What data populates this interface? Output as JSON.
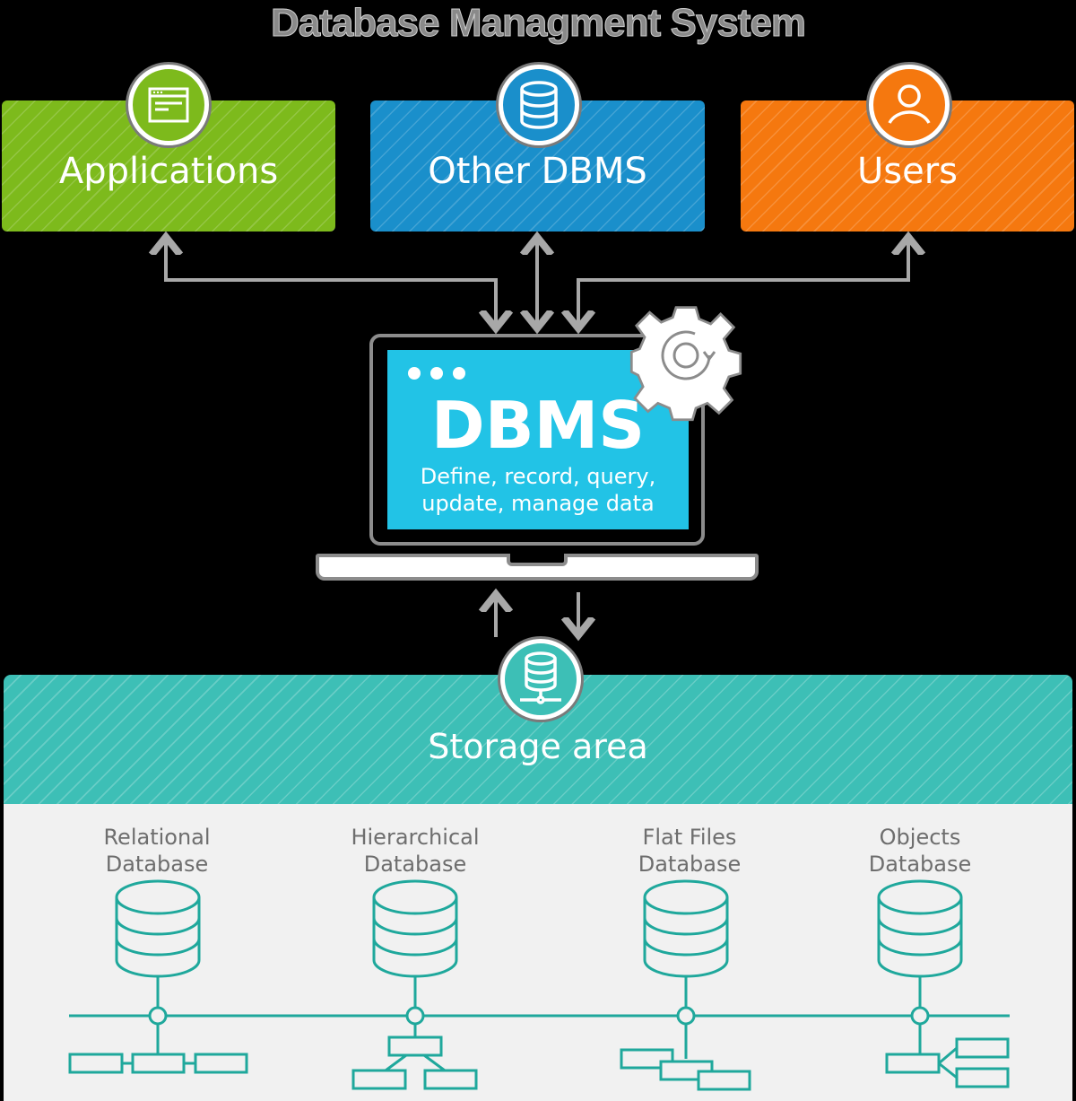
{
  "title": "Database Managment System",
  "top_boxes": [
    {
      "label": "Applications",
      "icon": "application-window-icon",
      "color": "#7dba1c"
    },
    {
      "label": "Other DBMS",
      "icon": "database-icon",
      "color": "#1a8fcb"
    },
    {
      "label": "Users",
      "icon": "user-icon",
      "color": "#f5780f"
    }
  ],
  "dbms": {
    "label": "DBMS",
    "description_line1": "Define, record, query,",
    "description_line2": "update, manage data",
    "screen_color": "#22c3e6",
    "icon": "gear-refresh-icon"
  },
  "storage": {
    "label": "Storage area",
    "icon": "database-network-icon",
    "color": "#3dbfb6"
  },
  "databases": [
    {
      "line1": "Relational",
      "line2": "Database",
      "structure": "linked-row"
    },
    {
      "line1": "Hierarchical",
      "line2": "Database",
      "structure": "tree"
    },
    {
      "line1": "Flat Files",
      "line2": "Database",
      "structure": "stacked"
    },
    {
      "line1": "Objects",
      "line2": "Database",
      "structure": "branch"
    }
  ],
  "colors": {
    "accent_teal": "#1fa89c",
    "arrow_gray": "#a8a8a8",
    "label_gray": "#6e6e6e"
  }
}
